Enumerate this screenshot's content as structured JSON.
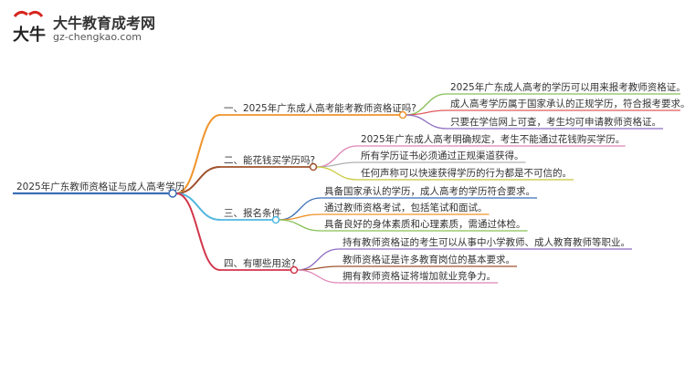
{
  "logo": {
    "title": "大牛教育成考网",
    "url": "gz-chengkao.com",
    "mark_text": "大牛",
    "colors": {
      "red": "#d7261e",
      "dark": "#222222"
    }
  },
  "mindmap": {
    "root": {
      "label": "2025年广东教师资格证与成人高考学历",
      "color": "#3b6fb6"
    },
    "branches": [
      {
        "label": "一、2025年广东成人高考能考教师资格证吗?",
        "color": "#f0932b",
        "children": [
          {
            "label": "2025年广东成人高考的学历可以用来报考教师资格证。",
            "color": "#88c057"
          },
          {
            "label": "成人高考学历属于国家承认的正规学历，符合报考要求。",
            "color": "#e05a5a"
          },
          {
            "label": "只要在学信网上可查，考生均可申请教师资格证。",
            "color": "#8e6cc2"
          }
        ]
      },
      {
        "label": "二、能花钱买学历吗?",
        "color": "#a0522d",
        "children": [
          {
            "label": "2025年广东成人高考明确规定，考生不能通过花钱购买学历。",
            "color": "#e084b4"
          },
          {
            "label": "所有学历证书必须通过正规渠道获得。",
            "color": "#b0b0b0"
          },
          {
            "label": "任何声称可以快速获得学历的行为都是不可信的。",
            "color": "#c8c83a"
          }
        ]
      },
      {
        "label": "三、报名条件",
        "color": "#4fb7e0",
        "children": [
          {
            "label": "具备国家承认的学历，成人高考的学历符合要求。",
            "color": "#3b6fb6"
          },
          {
            "label": "通过教师资格考试，包括笔试和面试。",
            "color": "#f0932b"
          },
          {
            "label": "具备良好的身体素质和心理素质，需通过体检。",
            "color": "#88c057"
          }
        ]
      },
      {
        "label": "四、有哪些用途?",
        "color": "#d2354a",
        "children": [
          {
            "label": "持有教师资格证的考生可以从事中小学教师、成人教育教师等职业。",
            "color": "#8e6cc2"
          },
          {
            "label": "教师资格证是许多教育岗位的基本要求。",
            "color": "#a0522d"
          },
          {
            "label": "拥有教师资格证将增加就业竞争力。",
            "color": "#e084b4"
          }
        ]
      }
    ]
  }
}
